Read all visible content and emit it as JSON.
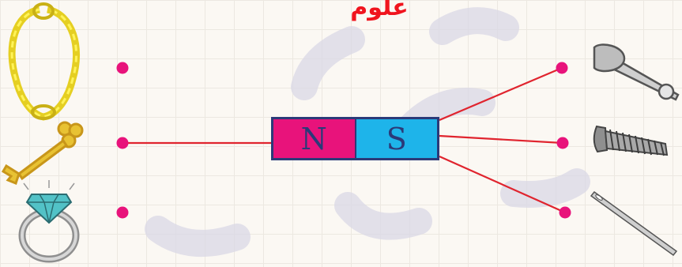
{
  "title": "علوم",
  "magnet": {
    "north_label": "N",
    "south_label": "S"
  },
  "objects": {
    "left": [
      "gold-chain",
      "key",
      "diamond-ring"
    ],
    "right": [
      "safety-pin",
      "screw",
      "needle"
    ]
  },
  "connections": [
    {
      "from": "N",
      "to": "key"
    },
    {
      "from": "S",
      "to": "safety-pin"
    },
    {
      "from": "S",
      "to": "screw"
    },
    {
      "from": "S",
      "to": "needle"
    }
  ],
  "colors": {
    "north_pole": "#e8137b",
    "south_pole": "#1eb4ea",
    "magnet_border": "#2b3a78",
    "dot": "#e8137b",
    "line": "#e0242e",
    "title": "#f0141e",
    "watermark": "#dad8e6"
  }
}
